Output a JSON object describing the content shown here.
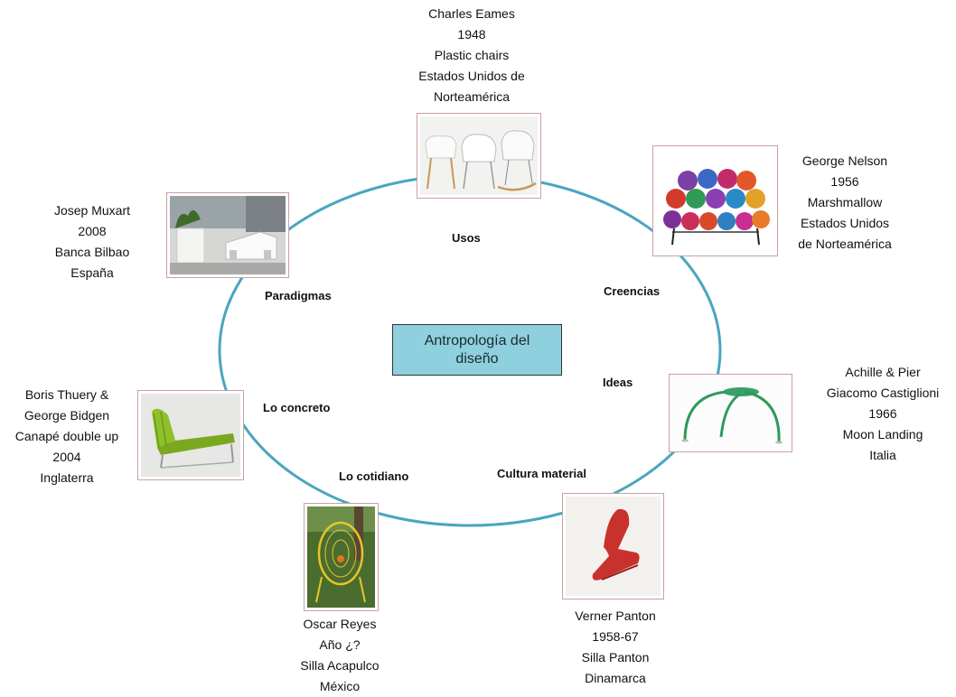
{
  "center": {
    "line1": "Antropología del",
    "line2": "diseño"
  },
  "labels": {
    "usos": "Usos",
    "creencias": "Creencias",
    "ideas": "Ideas",
    "cultura_material": "Cultura material",
    "lo_cotidiano": "Lo cotidiano",
    "lo_concreto": "Lo concreto",
    "paradigmas": "Paradigmas"
  },
  "captions": {
    "eames": [
      "Charles Eames",
      "1948",
      "Plastic chairs",
      "Estados Unidos de",
      "Norteamérica"
    ],
    "nelson": [
      "George Nelson",
      "1956",
      "Marshmallow",
      "Estados Unidos",
      "de Norteamérica"
    ],
    "castiglioni": [
      "Achille & Pier",
      "Giacomo Castiglioni",
      "1966",
      "Moon Landing",
      "Italia"
    ],
    "panton": [
      "Verner  Panton",
      "1958-67",
      "Silla Panton",
      "Dinamarca"
    ],
    "reyes": [
      "Oscar Reyes",
      "Año ¿?",
      "Silla Acapulco",
      "México"
    ],
    "thuery": [
      "Boris Thuery &",
      "George Bidgen",
      "Canapé double up",
      "2004",
      "Inglaterra"
    ],
    "muxart": [
      "Josep Muxart",
      "2008",
      "Banca Bilbao",
      "España"
    ]
  },
  "images": {
    "eames": "plastic-chairs-photo",
    "nelson": "marshmallow-sofa-photo",
    "castiglioni": "moon-landing-table-photo",
    "panton": "panton-chair-photo",
    "reyes": "acapulco-chair-photo",
    "thuery": "double-up-lounge-photo",
    "muxart": "bilbao-bench-photo"
  },
  "colors": {
    "ring": "#4aa5bf",
    "center_fill": "#8fd0de",
    "photo_border": "#c9a0a6"
  }
}
